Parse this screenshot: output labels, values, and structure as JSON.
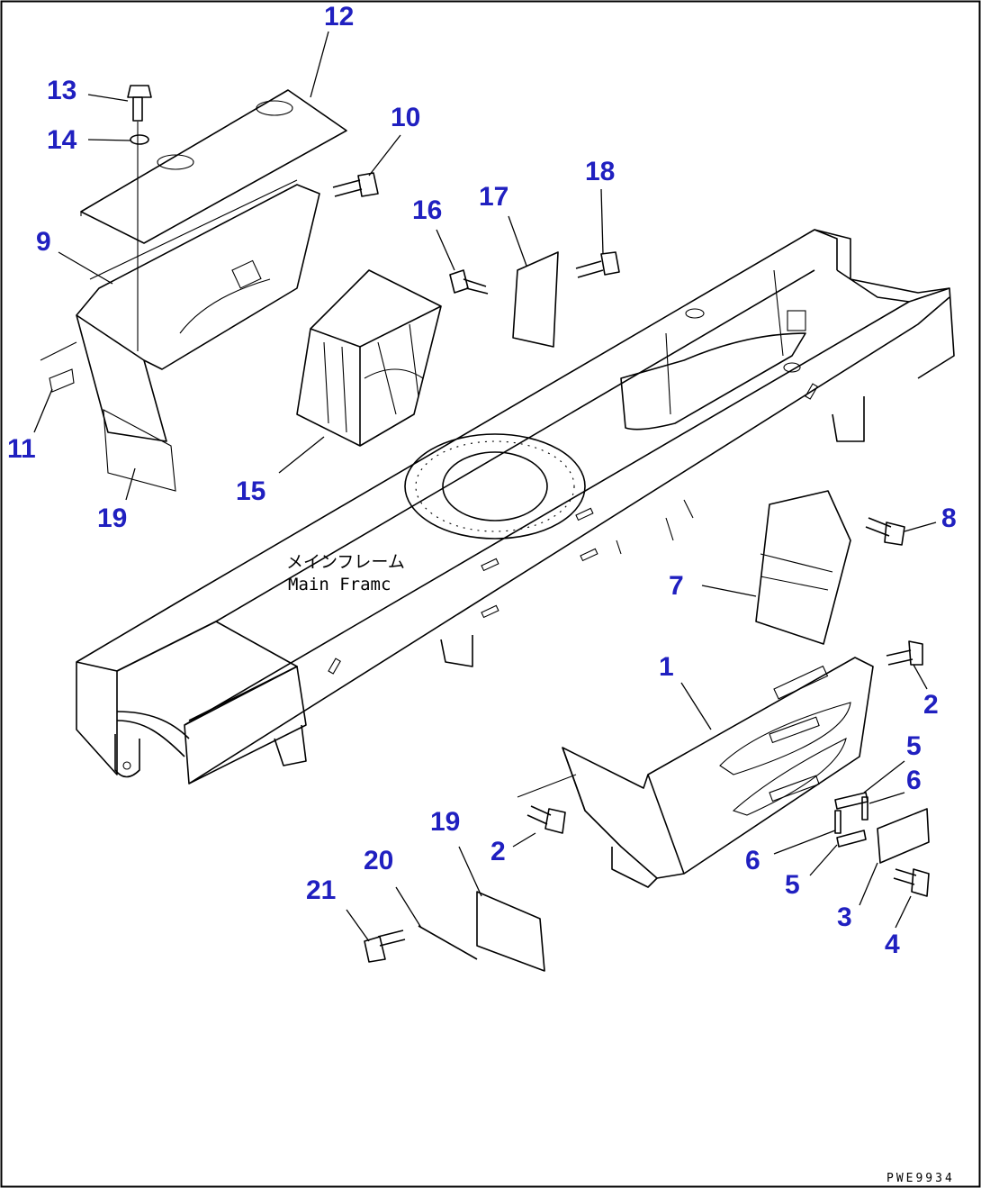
{
  "diagram": {
    "labels": [
      {
        "id": "lbl-12",
        "text": "12"
      },
      {
        "id": "lbl-13",
        "text": "13"
      },
      {
        "id": "lbl-14",
        "text": "14"
      },
      {
        "id": "lbl-10",
        "text": "10"
      },
      {
        "id": "lbl-9",
        "text": "9"
      },
      {
        "id": "lbl-16",
        "text": "16"
      },
      {
        "id": "lbl-17",
        "text": "17"
      },
      {
        "id": "lbl-18",
        "text": "18"
      },
      {
        "id": "lbl-11",
        "text": "11"
      },
      {
        "id": "lbl-15",
        "text": "15"
      },
      {
        "id": "lbl-19a",
        "text": "19"
      },
      {
        "id": "lbl-8",
        "text": "8"
      },
      {
        "id": "lbl-7",
        "text": "7"
      },
      {
        "id": "lbl-1",
        "text": "1"
      },
      {
        "id": "lbl-2a",
        "text": "2"
      },
      {
        "id": "lbl-5a",
        "text": "5"
      },
      {
        "id": "lbl-6a",
        "text": "6"
      },
      {
        "id": "lbl-19b",
        "text": "19"
      },
      {
        "id": "lbl-20",
        "text": "20"
      },
      {
        "id": "lbl-2b",
        "text": "2"
      },
      {
        "id": "lbl-6b",
        "text": "6"
      },
      {
        "id": "lbl-5b",
        "text": "5"
      },
      {
        "id": "lbl-21",
        "text": "21"
      },
      {
        "id": "lbl-3",
        "text": "3"
      },
      {
        "id": "lbl-4",
        "text": "4"
      }
    ],
    "main_frame_jp": "メインフレーム",
    "main_frame_en": "Main Framc",
    "drawing_code": "PWE9934"
  },
  "colors": {
    "callout": "#2020c0",
    "line": "#000000",
    "background": "#ffffff"
  }
}
